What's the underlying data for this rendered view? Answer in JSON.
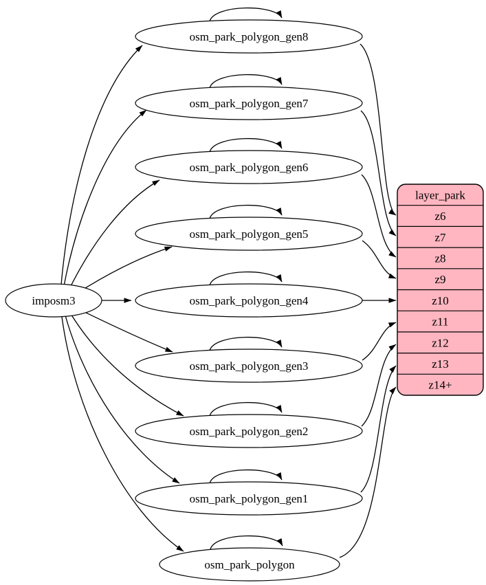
{
  "diagram": {
    "background_color": "#ffffff",
    "line_color": "#000000",
    "text_color": "#000000",
    "source_node": {
      "id": "imposm3",
      "label": "imposm3"
    },
    "table_nodes": [
      {
        "id": "osm_park_polygon_gen8",
        "label": "osm_park_polygon_gen8",
        "feeds_row": "z6"
      },
      {
        "id": "osm_park_polygon_gen7",
        "label": "osm_park_polygon_gen7",
        "feeds_row": "z7"
      },
      {
        "id": "osm_park_polygon_gen6",
        "label": "osm_park_polygon_gen6",
        "feeds_row": "z8"
      },
      {
        "id": "osm_park_polygon_gen5",
        "label": "osm_park_polygon_gen5",
        "feeds_row": "z9"
      },
      {
        "id": "osm_park_polygon_gen4",
        "label": "osm_park_polygon_gen4",
        "feeds_row": "z10"
      },
      {
        "id": "osm_park_polygon_gen3",
        "label": "osm_park_polygon_gen3",
        "feeds_row": "z11"
      },
      {
        "id": "osm_park_polygon_gen2",
        "label": "osm_park_polygon_gen2",
        "feeds_row": "z12"
      },
      {
        "id": "osm_park_polygon_gen1",
        "label": "osm_park_polygon_gen1",
        "feeds_row": "z13"
      },
      {
        "id": "osm_park_polygon",
        "label": "osm_park_polygon",
        "feeds_row": "z14+"
      }
    ],
    "record_node": {
      "id": "layer_park",
      "header": "layer_park",
      "fill_color": "#ffb6c1",
      "rows": [
        "z6",
        "z7",
        "z8",
        "z9",
        "z10",
        "z11",
        "z12",
        "z13",
        "z14+"
      ]
    },
    "edges": {
      "from_source_to": [
        "osm_park_polygon_gen8",
        "osm_park_polygon_gen7",
        "osm_park_polygon_gen6",
        "osm_park_polygon_gen5",
        "osm_park_polygon_gen4",
        "osm_park_polygon_gen3",
        "osm_park_polygon_gen2",
        "osm_park_polygon_gen1",
        "osm_park_polygon"
      ],
      "self_loops_on": [
        "osm_park_polygon_gen8",
        "osm_park_polygon_gen7",
        "osm_park_polygon_gen6",
        "osm_park_polygon_gen5",
        "osm_park_polygon_gen4",
        "osm_park_polygon_gen3",
        "osm_park_polygon_gen2",
        "osm_park_polygon_gen1",
        "osm_park_polygon"
      ],
      "table_to_record_row": [
        {
          "from": "osm_park_polygon_gen8",
          "to": "z6"
        },
        {
          "from": "osm_park_polygon_gen7",
          "to": "z7"
        },
        {
          "from": "osm_park_polygon_gen6",
          "to": "z8"
        },
        {
          "from": "osm_park_polygon_gen5",
          "to": "z9"
        },
        {
          "from": "osm_park_polygon_gen4",
          "to": "z10"
        },
        {
          "from": "osm_park_polygon_gen3",
          "to": "z11"
        },
        {
          "from": "osm_park_polygon_gen2",
          "to": "z12"
        },
        {
          "from": "osm_park_polygon_gen1",
          "to": "z13"
        },
        {
          "from": "osm_park_polygon",
          "to": "z14+"
        }
      ]
    }
  }
}
